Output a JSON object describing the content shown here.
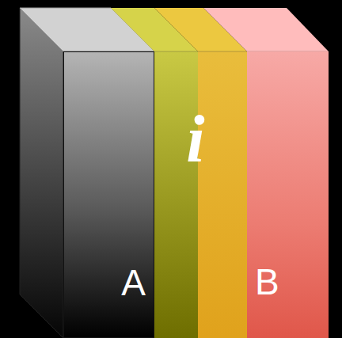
{
  "diagram": {
    "nodes": [
      {
        "text": [
          "A"
        ]
      },
      {
        "text": [
          "B"
        ]
      }
    ],
    "labels": [
      "i"
    ]
  }
}
